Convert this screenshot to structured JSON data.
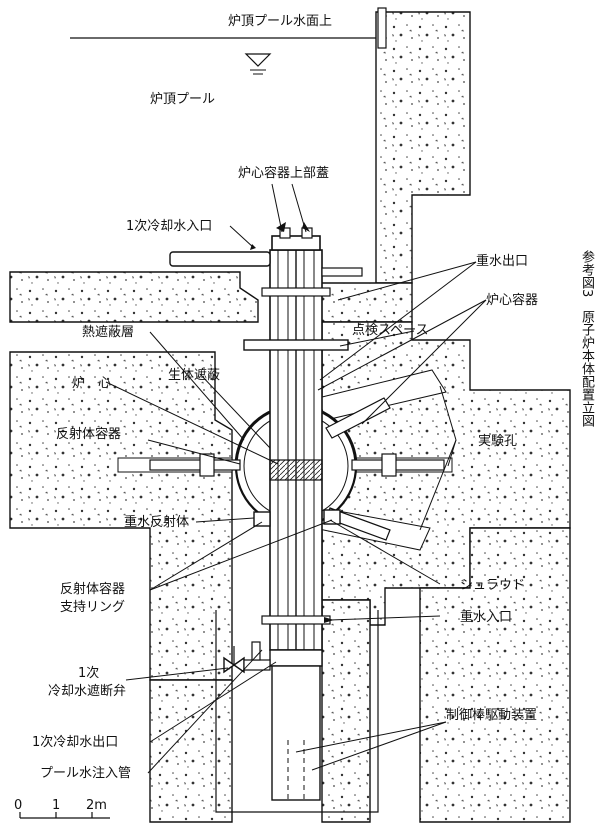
{
  "labels": {
    "pool_surface": "炉頂プール水面上",
    "pool": "炉頂プール",
    "vessel_top_cover": "炉心容器上部蓋",
    "primary_coolant_inlet": "1次冷却水入口",
    "heavy_water_outlet": "重水出口",
    "core_vessel": "炉心容器",
    "inspection_space": "点検スペース",
    "thermal_shield": "熱遮蔽層",
    "core": "炉　心",
    "biological_shield": "生体遮蔽",
    "reflector_vessel": "反射体容器",
    "experimental_holes": "実験孔",
    "heavy_water_reflector": "重水反射体",
    "shroud": "シュラウド",
    "reflector_support_ring_1": "反射体容器",
    "reflector_support_ring_2": "支持リング",
    "heavy_water_inlet": "重水入口",
    "isolation_valve_1": "1次",
    "isolation_valve_2": "冷却水遮断弁",
    "primary_coolant_outlet": "1次冷却水出口",
    "pool_water_injection": "プール水注入管",
    "control_rod_drive": "制御棒駆動装置"
  },
  "side_caption": "参考図3　原子炉本体配置立図",
  "scale": {
    "zero": "0",
    "one": "1",
    "two": "2m"
  }
}
